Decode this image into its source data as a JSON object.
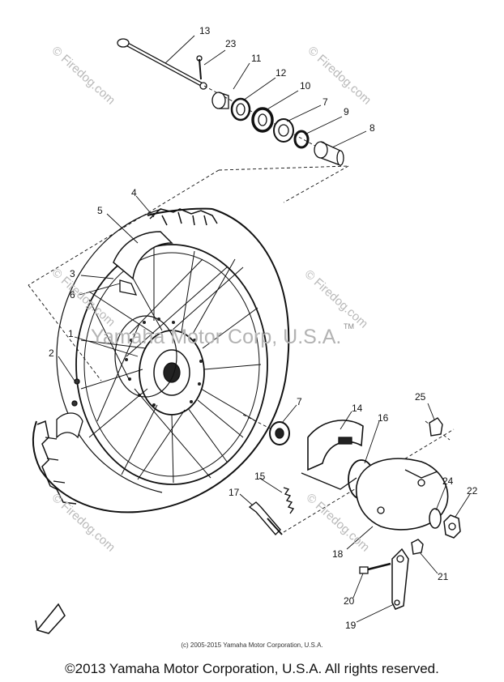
{
  "watermarks": {
    "site": "© Firedog.com",
    "center": "Yamaha Motor Corp, U.S.A.",
    "tm": "TM"
  },
  "callouts": [
    "13",
    "23",
    "11",
    "12",
    "10",
    "7",
    "9",
    "8",
    "4",
    "5",
    "3",
    "6",
    "1",
    "2",
    "7",
    "14",
    "16",
    "25",
    "15",
    "17",
    "24",
    "22",
    "18",
    "21",
    "20",
    "19"
  ],
  "footer": {
    "small_copyright": "(c) 2005-2015 Yamaha Motor Corporation, U.S.A.",
    "copyright": "©2013 Yamaha Motor Corporation, U.S.A. All rights reserved."
  }
}
